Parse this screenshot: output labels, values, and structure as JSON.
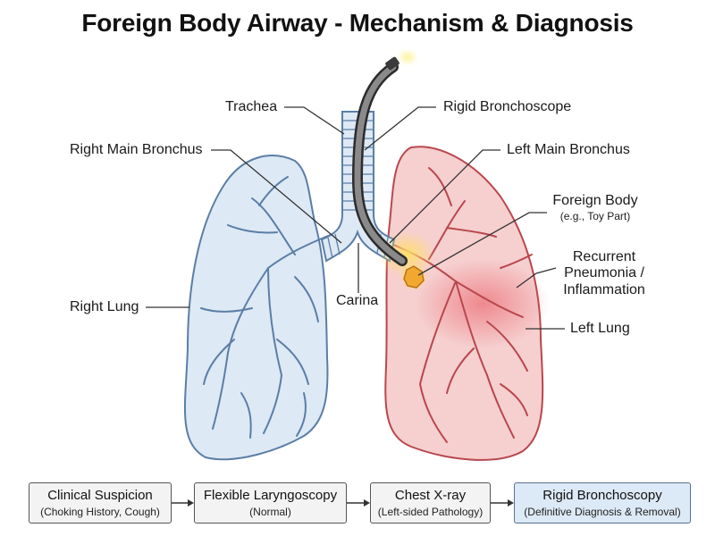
{
  "title": "Foreign Body Airway - Mechanism & Diagnosis",
  "labels": {
    "trachea": "Trachea",
    "rigid_bronchoscope": "Rigid Bronchoscope",
    "right_main_bronchus": "Right Main Bronchus",
    "left_main_bronchus": "Left Main Bronchus",
    "foreign_body": "Foreign Body",
    "foreign_body_note": "(e.g., Toy Part)",
    "recurrent_line1": "Recurrent",
    "recurrent_line2": "Pneumonia /",
    "recurrent_line3": "Inflammation",
    "right_lung": "Right Lung",
    "carina": "Carina",
    "left_lung": "Left Lung"
  },
  "flow": [
    {
      "title": "Clinical Suspicion",
      "sub": "(Choking History, Cough)"
    },
    {
      "title": "Flexible Laryngoscopy",
      "sub": "(Normal)"
    },
    {
      "title": "Chest X-ray",
      "sub": "(Left-sided Pathology)"
    },
    {
      "title": "Rigid Bronchoscopy",
      "sub": "(Definitive Diagnosis & Removal)"
    }
  ],
  "colors": {
    "right_lung_fill": "#dde9f4",
    "right_lung_stroke": "#5b7ea6",
    "left_lung_fill": "#f6cfcf",
    "left_lung_stroke": "#b8474d",
    "inflammation": "#e8646a",
    "foreign_body": "#f0a830",
    "highlight_box": "#dce9f6"
  }
}
